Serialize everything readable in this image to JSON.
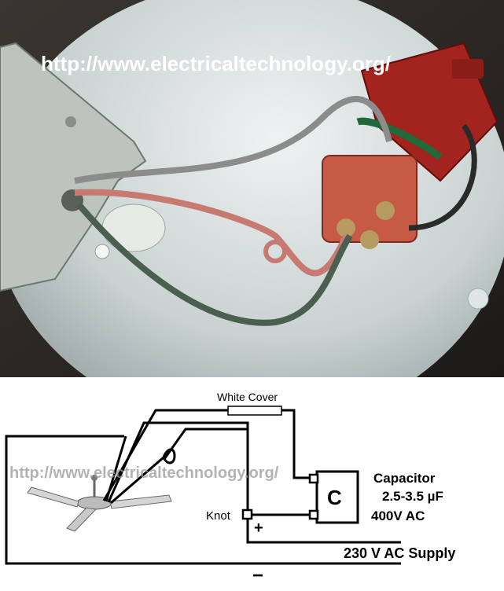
{
  "photo": {
    "watermark": "http://www.electricaltechnology.org/"
  },
  "diagram": {
    "watermark": "http://www.electricaltechnology.org/",
    "white_cover_label": "White Cover",
    "capacitor_symbol": "C",
    "capacitor_title": "Capacitor",
    "capacitor_rating": "2.5-3.5 µF",
    "capacitor_voltage": "400V AC",
    "knot_label": "Knot",
    "supply_label": "230 V AC Supply",
    "plus_sign": "+",
    "minus_sign": "−",
    "plus_color": "#e00000"
  }
}
